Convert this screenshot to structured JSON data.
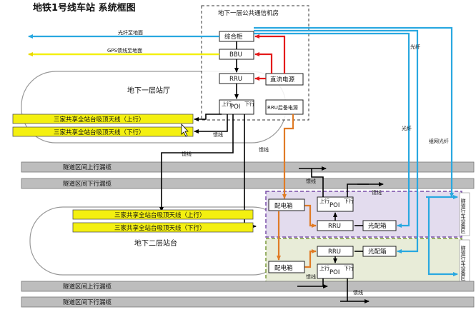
{
  "title": "地铁1号线车站 系统框图",
  "room": {
    "label": "地下一层公共通信机房",
    "cabinet": "综合柜",
    "bbu": "BBU",
    "rru": "RRU",
    "dc_power": "直流电源",
    "poi": "POI",
    "poi_up": "上行",
    "poi_down": "下行",
    "rru_backup_power": "RRU后备电源"
  },
  "feeds": {
    "fiber_ground": "光纤至地面",
    "gps_ground": "GPS馈线至地面"
  },
  "halls": {
    "b1": "地下一层站厅",
    "b2": "地下二层站台"
  },
  "antennas": {
    "b1_up": "三家共享全站台吸顶天线（上行）",
    "b1_down": "三家共享全站台吸顶天线（下行）",
    "b2_up": "三家共享全站台吸顶天线（上行）",
    "b2_down": "三家共享全站台吸顶天线（下行）"
  },
  "tunnels": {
    "up_1": "隧道区间上行漏缆",
    "down_1": "隧道区间下行漏缆",
    "up_2": "隧道区间上行漏缆",
    "down_2": "隧道区间下行漏缆"
  },
  "labels": {
    "feeder": "馈线",
    "fiber": "光纤",
    "ring_fiber": "组网光纤"
  },
  "equipment": {
    "distribution_box": "配电箱",
    "optical_box": "光配箱",
    "rru": "RRU",
    "poi": "POI",
    "poi_up": "上行",
    "poi_down": "下行"
  },
  "side_rooms": {
    "upper": "隧道行车设备区",
    "lower": "隧道行车设备区"
  },
  "colors": {
    "power": "#e41a1a",
    "fiber": "#29a8e0",
    "gps": "#f4f010",
    "distribution": "#e07b26",
    "feeder": "#000000",
    "upper_zone": "#e3dcee",
    "lower_zone": "#e8ecd8"
  }
}
